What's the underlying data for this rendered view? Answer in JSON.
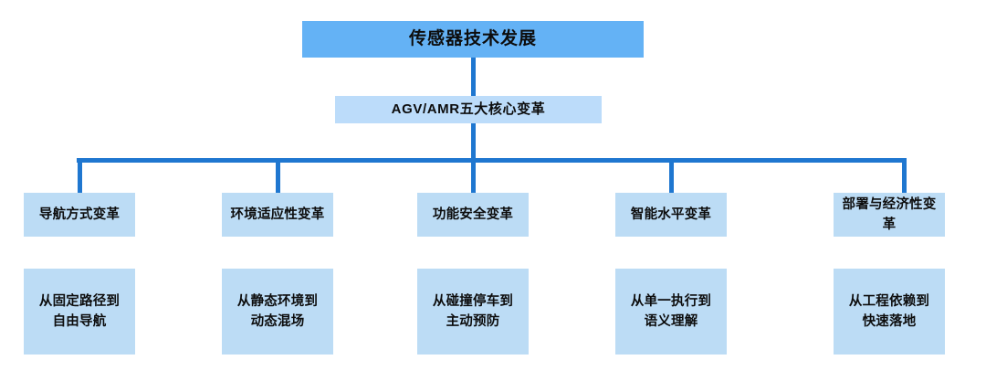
{
  "diagram": {
    "type": "org-tree",
    "colors": {
      "root_fill": "#64b2f5",
      "level2_fill": "#bcdcfa",
      "node_fill": "#bcdcf5",
      "connector": "#1f77d0",
      "text": "#0d0d0d",
      "background": "#ffffff"
    },
    "root": {
      "label": "传感器技术发展"
    },
    "level2": {
      "label": "AGV/AMR五大核心变革"
    },
    "branches": [
      {
        "category": "导航方式变革",
        "detail": "从固定路径到自由导航"
      },
      {
        "category": "环境适应性变革",
        "detail": "从静态环境到动态混场"
      },
      {
        "category": "功能安全变革",
        "detail": "从碰撞停车到主动预防"
      },
      {
        "category": "智能水平变革",
        "detail": "从单一执行到语义理解"
      },
      {
        "category": "部署与经济性变革",
        "detail": "从工程依赖到快速落地"
      }
    ]
  }
}
